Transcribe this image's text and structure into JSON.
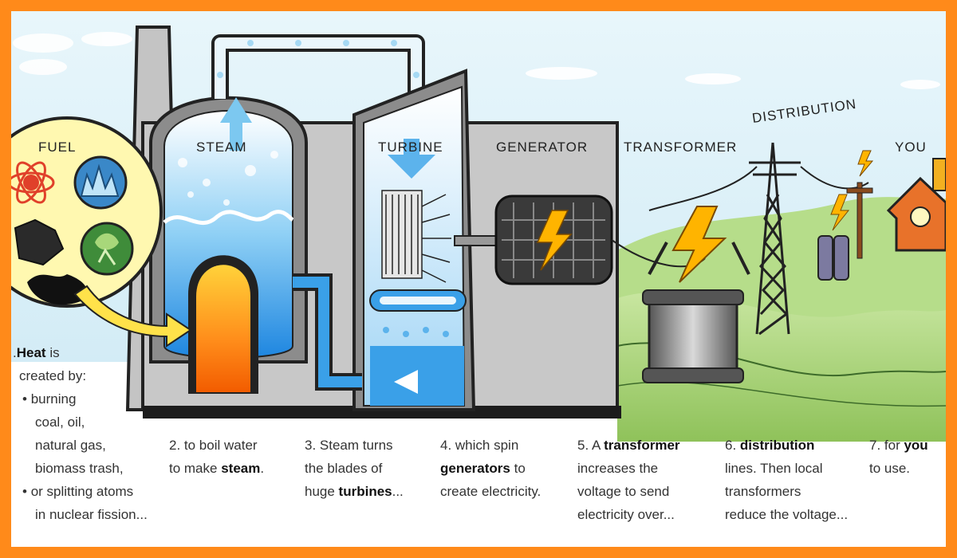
{
  "labels": {
    "fuel": "FUEL",
    "steam": "STEAM",
    "turbine": "TURBINE",
    "generator": "GENERATOR",
    "transformer": "TRANSFORMER",
    "distribution": "DISTRIBUTION",
    "you": "YOU"
  },
  "steps": {
    "s1": {
      "prefix": ".",
      "bold": "Heat",
      "rest": " is",
      "line2": "created by:",
      "b1a": "burning",
      "b1b": "coal, oil,",
      "b1c": "natural gas,",
      "b1d": "biomass trash,",
      "b2a": "or splitting atoms",
      "b2b": "in nuclear fission..."
    },
    "s2": {
      "a": "2. to boil water",
      "b": "to make ",
      "bold": "steam",
      "c": "."
    },
    "s3": {
      "a": "3. Steam turns",
      "b": "the blades of",
      "c": "huge ",
      "bold": "turbines",
      "d": "..."
    },
    "s4": {
      "a": "4. which spin",
      "bold": "generators",
      "b": " to",
      "c": "create electricity."
    },
    "s5": {
      "a": "5. A ",
      "bold": "transformer",
      "b": "increases the",
      "c": "voltage to send",
      "d": "electricity over..."
    },
    "s6": {
      "a": "6. ",
      "bold": "distribution",
      "b": "lines. Then local",
      "c": "transformers",
      "d": "reduce the voltage..."
    },
    "s7": {
      "a": "7. for ",
      "bold": "you",
      "b": "to use."
    }
  },
  "colors": {
    "border": "#ff8a1a",
    "sky": "#d9eef8",
    "hill": "#a9d67a",
    "building": "#bdbdbd",
    "water": "#3aa0e8",
    "fire": "#ff7a00",
    "bolt": "#ffb400"
  },
  "icons": [
    "atom-icon",
    "gas-flame-icon",
    "coal-icon",
    "biomass-icon",
    "oil-icon",
    "lightning-icon",
    "house-icon"
  ]
}
